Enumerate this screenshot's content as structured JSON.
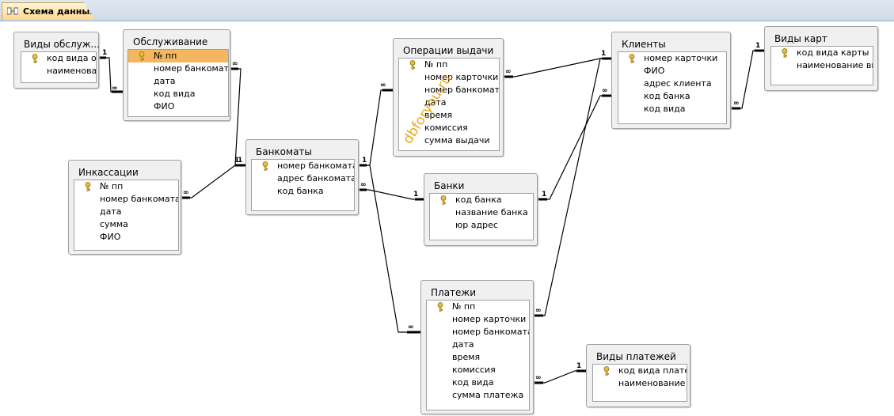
{
  "tab": {
    "label": "Схема данных"
  },
  "watermark": "dbforyou.ru",
  "tables": {
    "vidy_obsl": {
      "title": "Виды обслуж...",
      "fields": [
        "код вида обслуж",
        "наименование"
      ]
    },
    "obsl": {
      "title": "Обслуживание",
      "fields": [
        "№ пп",
        "номер банкомата",
        "дата",
        "код вида",
        "ФИО"
      ]
    },
    "oper": {
      "title": "Операции выдачи",
      "fields": [
        "№ пп",
        "номер карточки",
        "номер банкомата",
        "дата",
        "время",
        "комиссия",
        "сумма выдачи"
      ]
    },
    "klienty": {
      "title": "Клиенты",
      "fields": [
        "номер карточки",
        "ФИО",
        "адрес клиента",
        "код банка",
        "код вида"
      ]
    },
    "vidy_kart": {
      "title": "Виды карт",
      "fields": [
        "код вида карты",
        "наименование вида"
      ]
    },
    "inkas": {
      "title": "Инкассации",
      "fields": [
        "№ пп",
        "номер банкомата",
        "дата",
        "сумма",
        "ФИО"
      ]
    },
    "bankomaty": {
      "title": "Банкоматы",
      "fields": [
        "номер банкомата",
        "адрес банкомата",
        "код банка"
      ]
    },
    "banki": {
      "title": "Банки",
      "fields": [
        "код банка",
        "название банка",
        "юр адрес"
      ]
    },
    "platezhi": {
      "title": "Платежи",
      "fields": [
        "№ пп",
        "номер карточки",
        "номер банкомата",
        "дата",
        "время",
        "комиссия",
        "код вида",
        "сумма платежа"
      ]
    },
    "vidy_plat": {
      "title": "Виды платежей",
      "fields": [
        "код вида платежа",
        "наименование вида"
      ]
    }
  },
  "labels": {
    "one": "1",
    "many": "∞"
  }
}
